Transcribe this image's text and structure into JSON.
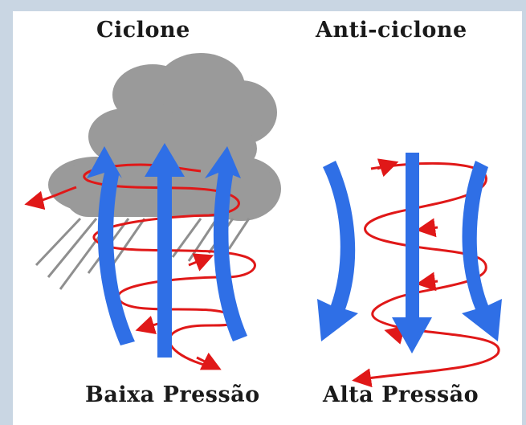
{
  "diagram": {
    "left_title": "Ciclone",
    "right_title": "Anti-ciclone",
    "left_caption": "Baixa Pressão",
    "right_caption": "Alta Pressão"
  },
  "colors": {
    "background": "#c9d6e3",
    "panel": "#ffffff",
    "cloud": "#9a9a9a",
    "rain": "#8f8f8f",
    "vertical_air_arrows": "#2f6fe6",
    "wind_spirals": "#e01818"
  }
}
